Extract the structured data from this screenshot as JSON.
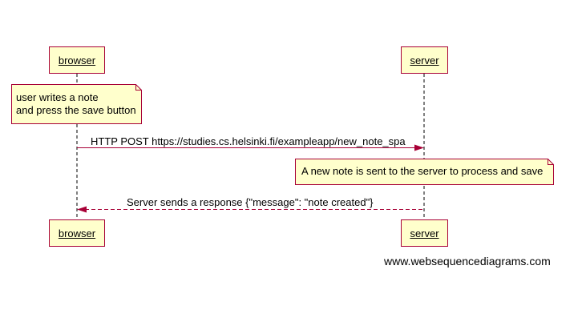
{
  "participants": {
    "browser": "browser",
    "server": "server"
  },
  "notes": {
    "browser_line1": "user writes a note",
    "browser_line2": "and press the save button",
    "server_line1": "A new note is sent to the server to process and save"
  },
  "messages": {
    "post": "HTTP POST https://studies.cs.helsinki.fi/exampleapp/new_note_spa",
    "response": "Server sends a response {\"message\": \"note created\"}"
  },
  "watermark": "www.websequencediagrams.com",
  "colors": {
    "border": "#a80036",
    "fill": "#ffffcc",
    "arrow": "#a80036",
    "lifeline": "#000000"
  }
}
